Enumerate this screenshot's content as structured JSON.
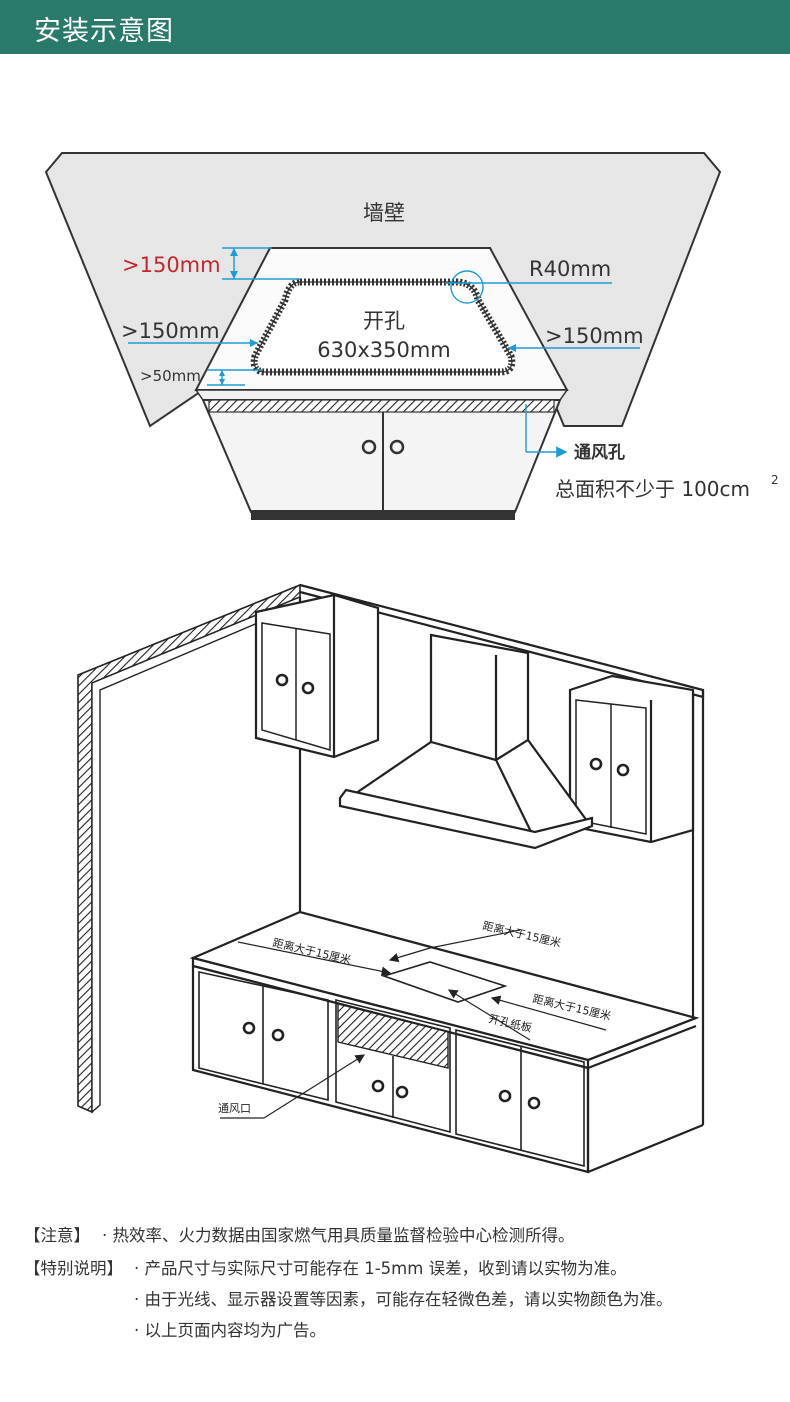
{
  "header": {
    "title": "安装示意图"
  },
  "top_diagram": {
    "wall_label": "墙壁",
    "top_gap": ">150mm",
    "corner_radius": "R40mm",
    "left_gap": ">150mm",
    "right_gap": ">150mm",
    "front_gap": ">50mm",
    "hole_label": "开孔",
    "hole_size": "630x350mm",
    "vent_label": "通风孔",
    "vent_area": "总面积不少于 100cm",
    "vent_area_sup": "2"
  },
  "kitchen_diagram": {
    "dist_left": "距离大于15厘米",
    "dist_back": "距离大于15厘米",
    "dist_right": "距离大于15厘米",
    "cut_board": "开孔纸板",
    "vent_opening": "通风口"
  },
  "notes": [
    {
      "tag": "【注意】",
      "text": "· 热效率、火力数据由国家燃气用具质量监督检验中心检测所得。"
    },
    {
      "tag": "【特别说明】",
      "text": "· 产品尺寸与实际尺寸可能存在 1-5mm 误差，收到请以实物为准。"
    },
    {
      "tag": "",
      "text": "· 由于光线、显示器设置等因素，可能存在轻微色差，请以实物颜色为准。"
    },
    {
      "tag": "",
      "text": "· 以上页面内容均为广告。"
    }
  ],
  "colors": {
    "header_bg": "#2a7a6c",
    "accent_blue": "#1e9bd7",
    "accent_red": "#c0282d"
  }
}
